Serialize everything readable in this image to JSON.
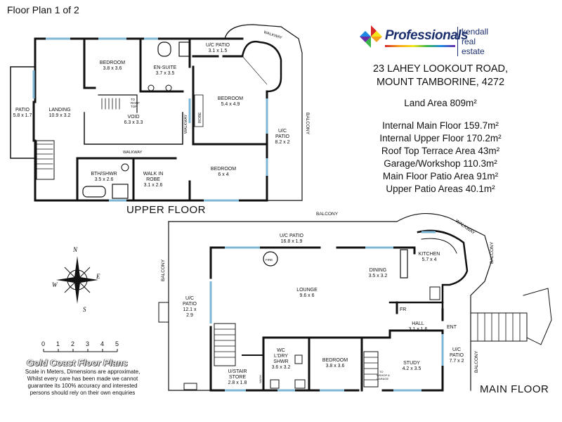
{
  "header": {
    "title": "Floor Plan 1 of 2"
  },
  "logo": {
    "brand": "Professionals",
    "office_line1": "kendall",
    "office_line2": "real estate"
  },
  "property": {
    "address_line1": "23 LAHEY LOOKOUT ROAD,",
    "address_line2": "MOUNT TAMBORINE, 4272",
    "land_area": "Land Area 809m²",
    "areas": [
      "Internal Main Floor 159.7m²",
      "Internal Upper Floor 170.2m²",
      "Roof Top Terrace Area 43m²",
      "Garage/Workshop 110.3m²",
      "Main Floor Patio Area 91m²",
      "Upper Patio Areas 40.1m²"
    ]
  },
  "upper_floor": {
    "label": "UPPER FLOOR",
    "rooms": {
      "patio": {
        "name": "PATIO",
        "size": "5.8 x 1.7"
      },
      "landing": {
        "name": "LANDING",
        "size": "10.9 x 3.2"
      },
      "bedroom1": {
        "name": "BEDROOM",
        "size": "3.8 x 3.6"
      },
      "ensuite": {
        "name": "EN-SUITE",
        "size": "3.7 x 3.5"
      },
      "uc_patio_top": {
        "name": "U/C PATIO",
        "size": "3.1 x 1.5"
      },
      "void": {
        "name": "VOID",
        "size": "6.3 x 3.3"
      },
      "bedroom2": {
        "name": "BEDROOM",
        "size": "5.4 x 4.9"
      },
      "uc_patio_right": {
        "name": "U/C",
        "name2": "PATIO",
        "size": "8.2 x 2"
      },
      "bth": {
        "name": "BTH/SHWR",
        "size": "3.5 x 2.6"
      },
      "robe": {
        "name": "WALK IN",
        "name2": "ROBE",
        "size": "3.1 x 2.6"
      },
      "bedroom3": {
        "name": "BEDROOM",
        "size": "6 x 4"
      }
    },
    "labels": {
      "walkway_h": "WALKWAY",
      "walkway_v": "WALKWAY",
      "walkway_top": "WALKWAY",
      "balcony": "BALCONY",
      "robe_small": "ROBE",
      "to_roof": "TO",
      "to_roof2": "ROOF",
      "to_roof3": "TOP"
    }
  },
  "main_floor": {
    "label": "MAIN FLOOR",
    "rooms": {
      "uc_patio_top": {
        "name": "U/C PATIO",
        "size": "16.8 x 1.9"
      },
      "kitchen": {
        "name": "KITCHEN",
        "size": "5.7 x 4"
      },
      "dining": {
        "name": "DINING",
        "size": "3.5 x 3.2"
      },
      "lounge": {
        "name": "LOUNGE",
        "size": "9.6 x 6"
      },
      "uc_patio_left": {
        "name": "U/C",
        "name2": "PATIO",
        "size": "12.1 x",
        "size2": "2.9"
      },
      "hall": {
        "name": "HALL",
        "size": "3.1 x 1.6"
      },
      "wc": {
        "name": "WC",
        "name2": "L'DRY",
        "name3": "SHWR",
        "size": "3.6 x 3.2"
      },
      "bedroom": {
        "name": "BEDROOM",
        "size": "3.8 x 3.6"
      },
      "study": {
        "name": "STUDY",
        "size": "4.2 x 3.5"
      },
      "uc_patio_right": {
        "name": "U/C",
        "name2": "PATIO",
        "size": "7.7 x 2"
      },
      "stair_store": {
        "name": "U/STAIR",
        "name2": "STORE",
        "size": "2.8 x 1.8"
      }
    },
    "labels": {
      "balcony_top": "BALCONY",
      "balcony_left": "BALCONY",
      "balcony_right": "BALCONY",
      "balcony_bottom": "BALCONY",
      "walkway": "WALKWAY",
      "ent": "ENT",
      "fr": "FR",
      "fire": "FIRE",
      "to_wshop": "TO",
      "to_wshop2": "WSHOP &",
      "to_wshop3": "GARAGE",
      "wash": "WASH"
    }
  },
  "compass": {
    "n": "N",
    "s": "S",
    "e": "E",
    "w": "W"
  },
  "scale": {
    "ticks": [
      "0",
      "1",
      "2",
      "3",
      "4",
      "5"
    ]
  },
  "footer": {
    "company": "Gold Coast Floor Plans",
    "disclaimer": "Scale in Meters, Dimensions are approximate, Whilst every care has been made we cannot guarantee its 100% accuracy and interested persons should rely on their own enquiries"
  }
}
